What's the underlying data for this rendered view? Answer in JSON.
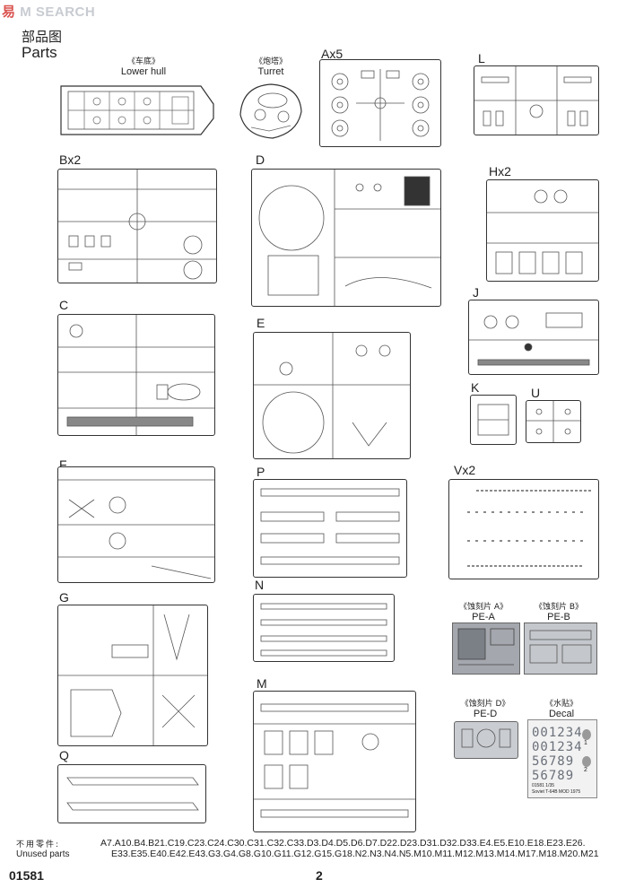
{
  "watermark": {
    "prefix": "易",
    "mid": "M",
    "brand": "SEARCH"
  },
  "header": {
    "title_cn": "部品图",
    "title_en": "Parts"
  },
  "parts": {
    "lower_hull": {
      "cn": "《车底》",
      "en": "Lower hull"
    },
    "turret": {
      "cn": "《炮塔》",
      "en": "Turret"
    },
    "A": "Ax5",
    "L": "L",
    "B": "Bx2",
    "D": "D",
    "H": "Hx2",
    "C": "C",
    "E": "E",
    "J": "J",
    "K": "K",
    "U": "U",
    "F": "F",
    "P": "P",
    "V": "Vx2",
    "G": "G",
    "N": "N",
    "M": "M",
    "Q": "Q",
    "pe_a": {
      "cn": "《蚀刻片 A》",
      "en": "PE-A"
    },
    "pe_b": {
      "cn": "《蚀刻片 B》",
      "en": "PE-B"
    },
    "pe_d": {
      "cn": "《蚀刻片 D》",
      "en": "PE-D"
    },
    "decal": {
      "cn": "《水贴》",
      "en": "Decal"
    }
  },
  "decal_sheet": {
    "numbers": [
      "001234",
      "001234",
      "56789",
      "56789"
    ],
    "marks": [
      "1",
      "2"
    ],
    "caption": "01581 1/35",
    "subcaption": "Soviet T-64B MOD 1975"
  },
  "footer": {
    "unused_cn": "不用零件:",
    "unused_en": "Unused parts",
    "line1": "A7.A10.B4.B21.C19.C23.C24.C30.C31.C32.C33.D3.D4.D5.D6.D7.D22.D23.D31.D32.D33.E4.E5.E10.E18.E23.E26.",
    "line2": "E33.E35.E40.E42.E43.G3.G4.G8.G10.G11.G12.G15.G18.N2.N3.N4.N5.M10.M11.M12.M13.M14.M17.M18.M20.M21",
    "code": "01581",
    "page": "2"
  }
}
